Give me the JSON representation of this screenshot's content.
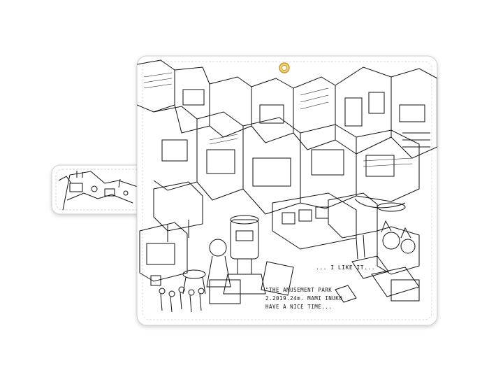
{
  "product": {
    "accent_colors": {
      "leather": "#ffffff",
      "stitch": "#d9d9d9",
      "ink": "#111111",
      "grommet": "#e0b23a"
    }
  },
  "artwork": {
    "caption_like": "... I LIKE IT...",
    "caption_lines": [
      "\"THE AMUSEMENT PARK",
      "2.2019.24m. MAMI INUKO",
      "HAVE A NICE TIME..."
    ]
  }
}
